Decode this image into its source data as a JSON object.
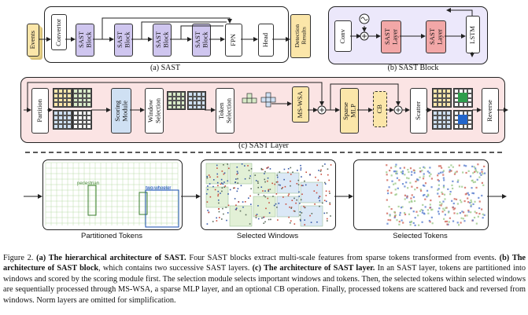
{
  "sast": {
    "input_label": "Events",
    "convertor": "Convertor",
    "blocks": [
      "SAST\nBlock",
      "SAST\nBlock",
      "SAST\nBlock",
      "SAST\nBlock"
    ],
    "fpn": "FPN",
    "head": "Head",
    "output": "Detection\nResults",
    "caption": "(a) SAST"
  },
  "sast_block": {
    "conv": "Conv",
    "layers": [
      "SAST\nLayer",
      "SAST\nLayer"
    ],
    "lstm": "LSTM",
    "caption": "(b) SAST Block"
  },
  "sast_layer": {
    "partition": "Partition",
    "scoring": "Scoring\nModule",
    "window_selection": "Window\nSelection",
    "token_selection": "Token\nSelection",
    "ms_wsa": "MS-WSA",
    "sparse_mlp": "Sparse\nMLP",
    "cb": "CB",
    "scatter": "Scatter",
    "reverse": "Reverse",
    "caption": "(c) SAST Layer"
  },
  "visuals": {
    "partitioned_label": "Partitioned Tokens",
    "windows_label": "Selected Windows",
    "tokens_label": "Selected Tokens",
    "det_pedestrian": "pedestrian",
    "det_two_wheeler": "two-wheeler"
  },
  "caption": {
    "figure": "Figure 2.",
    "title_a": "(a) The hierarchical architecture of SAST.",
    "text_a": " Four SAST blocks extract multi-scale features from sparse tokens transformed from events. ",
    "title_b": "(b) The architecture of SAST block",
    "text_b": ", which contains two successive SAST layers. ",
    "title_c": "(c) The architecture of SAST layer.",
    "text_c": " In an SAST layer, tokens are partitioned into windows and scored by the scoring module first. The selection module selects important windows and tokens. Then, the selected tokens within selected windows are sequentially processed through MS-WSA, a sparse MLP layer, and an optional CB operation. Finally, processed tokens are scattered back and reversed from windows. Norm layers are omitted for simplification."
  },
  "colors": {
    "sast_block": "#cfc6ef",
    "sast_layer": "#f2a7a7",
    "panel_b_bg": "#ece8fb",
    "panel_c_bg": "#fbe4e4",
    "token_yellow": "#fbe6a9",
    "token_green": "#d8ebc8",
    "token_blue": "#cfe0f3"
  }
}
